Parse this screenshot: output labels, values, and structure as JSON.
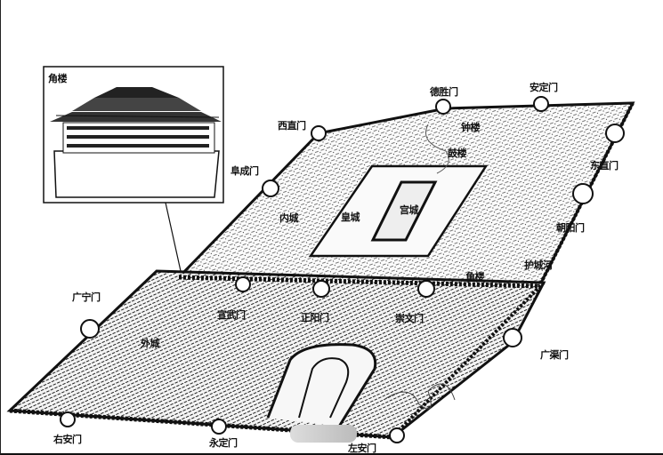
{
  "inset": {
    "label": "角楼"
  },
  "gates": {
    "deshengmen": "德胜门",
    "andingmen": "安定门",
    "xizhimen": "西直门",
    "dongzhimen": "东直门",
    "fuchengmen": "阜成门",
    "chaoyangmen": "朝阳门",
    "guangningmen": "广宁门",
    "xuanwumen": "宣武门",
    "zhengyangmen": "正阳门",
    "chongwenmen": "崇文门",
    "guangqumen": "广渠门",
    "youanmen": "右安门",
    "yongdingmen": "永定门",
    "zuoanmen": "左安门"
  },
  "landmarks": {
    "zhonglou": "钟楼",
    "gulou": "鼓楼",
    "gongcheng": "宫城",
    "huangcheng": "皇城",
    "neicheng": "内城",
    "waicheng": "外城",
    "huchenghe": "护城河",
    "jiaolou": "角楼"
  }
}
